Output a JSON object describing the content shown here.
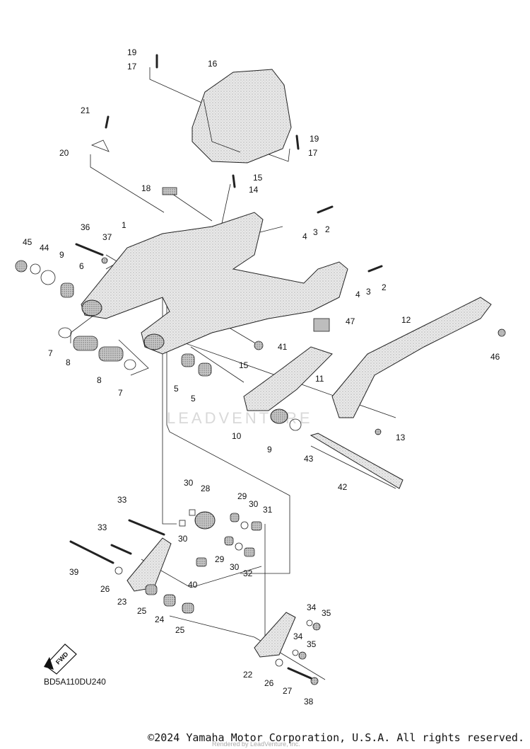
{
  "diagram": {
    "code": "BD5A110DU240",
    "fwd_label": "FWD",
    "watermark": "LEADVENTURE",
    "callouts": [
      "1",
      "2",
      "2",
      "3",
      "3",
      "4",
      "4",
      "5",
      "5",
      "6",
      "7",
      "7",
      "8",
      "8",
      "9",
      "9",
      "10",
      "11",
      "12",
      "13",
      "14",
      "15",
      "15",
      "16",
      "17",
      "17",
      "18",
      "19",
      "19",
      "20",
      "21",
      "22",
      "23",
      "24",
      "25",
      "25",
      "26",
      "26",
      "27",
      "28",
      "29",
      "29",
      "30",
      "30",
      "30",
      "30",
      "31",
      "32",
      "33",
      "33",
      "34",
      "34",
      "35",
      "35",
      "36",
      "37",
      "38",
      "39",
      "40",
      "41",
      "42",
      "43",
      "44",
      "45",
      "46",
      "47"
    ]
  },
  "footer": {
    "copyright": "©2024 Yamaha Motor Corporation, U.S.A. All rights reserved.",
    "rendered_by": "Rendered by LeadVenture, Inc."
  }
}
